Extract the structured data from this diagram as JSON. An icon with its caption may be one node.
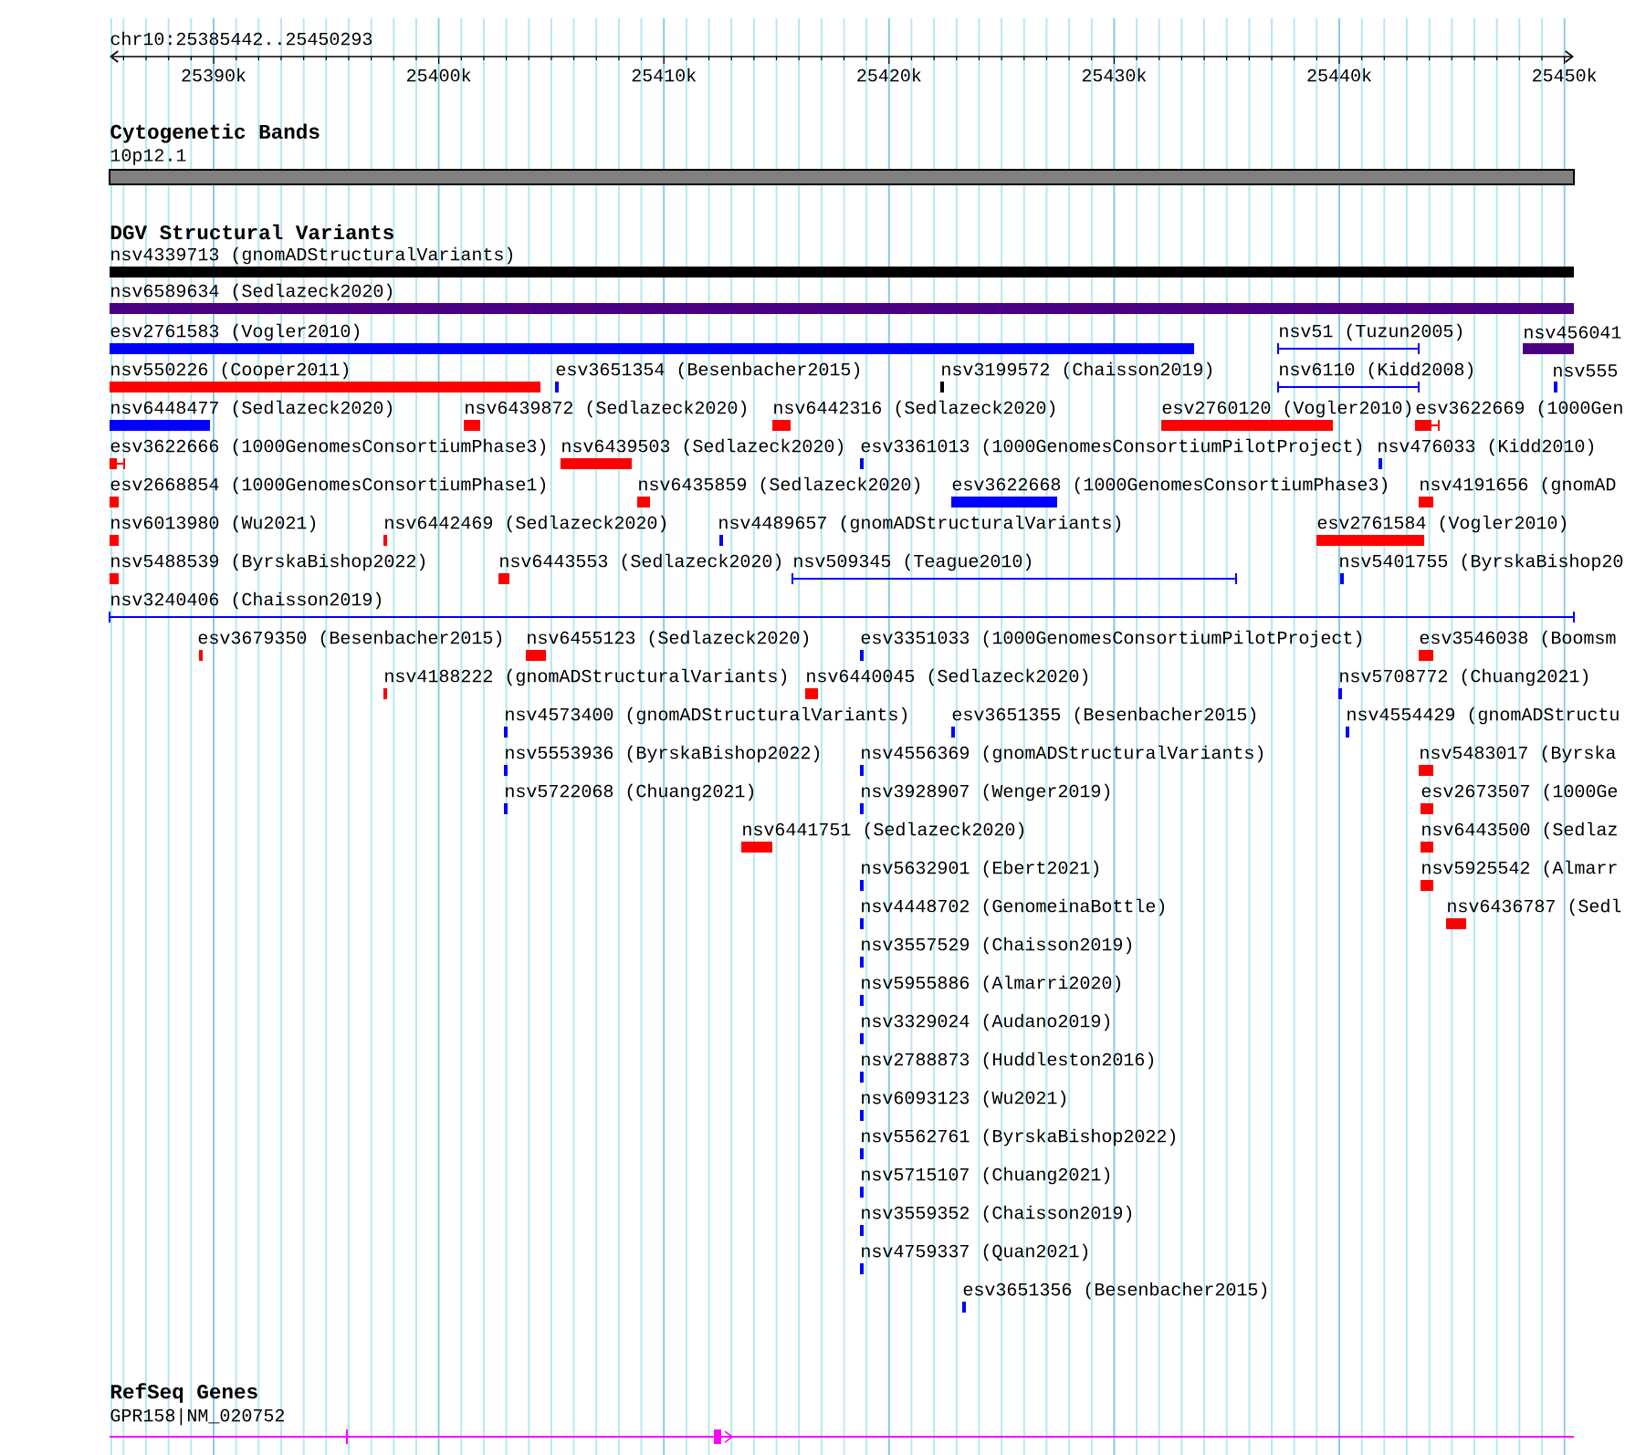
{
  "diagram": {
    "labels": [
      "chr10:25385442..25450293",
      "25390k",
      "25400k",
      "25410k",
      "25420k",
      "25430k",
      "25440k",
      "25450k",
      "Cytogenetic Bands",
      "10p12.1",
      "DGV Structural Variants",
      "nsv4339713 (gnomADStructuralVariants)",
      "nsv6589634 (Sedlazeck2020)",
      "esv2761583 (Vogler2010)",
      "nsv51 (Tuzun2005)",
      "nsv456041",
      "nsv550226 (Cooper2011)",
      "esv3651354 (Besenbacher2015)",
      "nsv3199572 (Chaisson2019)",
      "nsv6110 (Kidd2008)",
      "nsv555",
      "nsv6448477 (Sedlazeck2020)",
      "nsv6439872 (Sedlazeck2020)",
      "nsv6442316 (Sedlazeck2020)",
      "esv2760120 (Vogler2010)",
      "esv3622669 (1000Gen",
      "esv3622666 (1000GenomesConsortiumPhase3)",
      "nsv6439503 (Sedlazeck2020)",
      "esv3361013 (1000GenomesConsortiumPilotProject)",
      "nsv476033 (Kidd2010)",
      "esv2668854 (1000GenomesConsortiumPhase1)",
      "nsv6435859 (Sedlazeck2020)",
      "esv3622668 (1000GenomesConsortiumPhase3)",
      "nsv4191656 (gnomAD",
      "nsv6013980 (Wu2021)",
      "nsv6442469 (Sedlazeck2020)",
      "nsv4489657 (gnomADStructuralVariants)",
      "esv2761584 (Vogler2010)",
      "nsv5488539 (ByrskaBishop2022)",
      "nsv6443553 (Sedlazeck2020)",
      "nsv509345 (Teague2010)",
      "nsv5401755 (ByrskaBishop20",
      "nsv3240406 (Chaisson2019)",
      "esv3679350 (Besenbacher2015)",
      "nsv6455123 (Sedlazeck2020)",
      "esv3351033 (1000GenomesConsortiumPilotProject)",
      "esv3546038 (Boomsm",
      "nsv4188222 (gnomADStructuralVariants)",
      "nsv6440045 (Sedlazeck2020)",
      "nsv5708772 (Chuang2021)",
      "nsv4573400 (gnomADStructuralVariants)",
      "esv3651355 (Besenbacher2015)",
      "nsv4554429 (gnomADStructu",
      "nsv5553936 (ByrskaBishop2022)",
      "nsv4556369 (gnomADStructuralVariants)",
      "nsv5483017 (Byrska",
      "nsv5722068 (Chuang2021)",
      "nsv3928907 (Wenger2019)",
      "esv2673507 (1000Ge",
      "nsv6441751 (Sedlazeck2020)",
      "nsv6443500 (Sedlaz",
      "nsv5632901 (Ebert2021)",
      "nsv5925542 (Almarr",
      "nsv4448702 (GenomeinaBottle)",
      "nsv6436787 (Sedl",
      "nsv3557529 (Chaisson2019)",
      "nsv5955886 (Almarri2020)",
      "nsv3329024 (Audano2019)",
      "nsv2788873 (Huddleston2016)",
      "nsv6093123 (Wu2021)",
      "nsv5562761 (ByrskaBishop2022)",
      "nsv5715107 (Chuang2021)",
      "nsv3559352 (Chaisson2019)",
      "nsv4759337 (Quan2021)",
      "esv3651356 (Besenbacher2015)",
      "RefSeq Genes",
      "GPR158|NM_020752"
    ]
  }
}
